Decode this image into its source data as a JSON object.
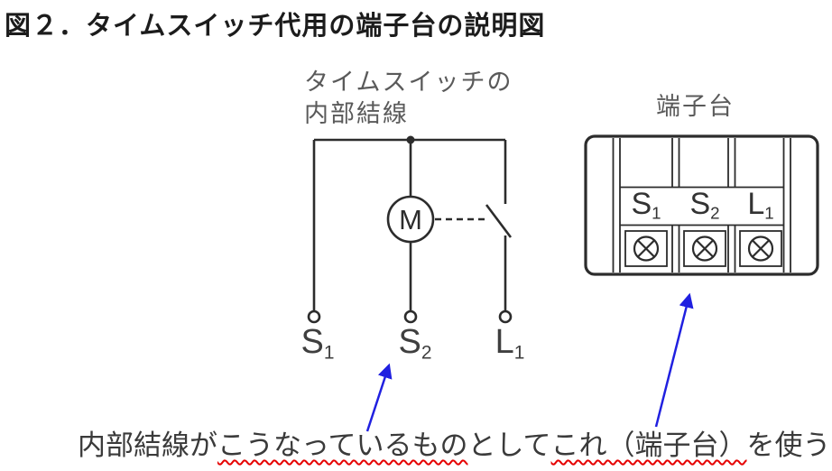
{
  "title": "図２．タイムスイッチ代用の端子台の説明図",
  "colors": {
    "line": "#2c2c2c",
    "secondary_label": "#5a5a5a",
    "caption_text": "#3a3a3a",
    "annotation_blue": "#2020e0",
    "underline_red": "#e60000"
  },
  "circuit": {
    "label_line1": "タイムスイッチの",
    "label_line2": "内部結線",
    "motor_letter": "M",
    "terminals": [
      {
        "base": "S",
        "sub": "1"
      },
      {
        "base": "S",
        "sub": "2"
      },
      {
        "base": "L",
        "sub": "1"
      }
    ]
  },
  "terminal_block": {
    "label": "端子台",
    "slots": [
      {
        "base": "S",
        "sub": "1"
      },
      {
        "base": "S",
        "sub": "2"
      },
      {
        "base": "L",
        "sub": "1"
      }
    ],
    "screw_icon": "circled-x-screw-icon"
  },
  "caption": {
    "prefix": "内部結線が",
    "underline1": "こうなっているもの",
    "middle": "として",
    "underline2": "これ（端子台）",
    "suffix": "を使う"
  }
}
